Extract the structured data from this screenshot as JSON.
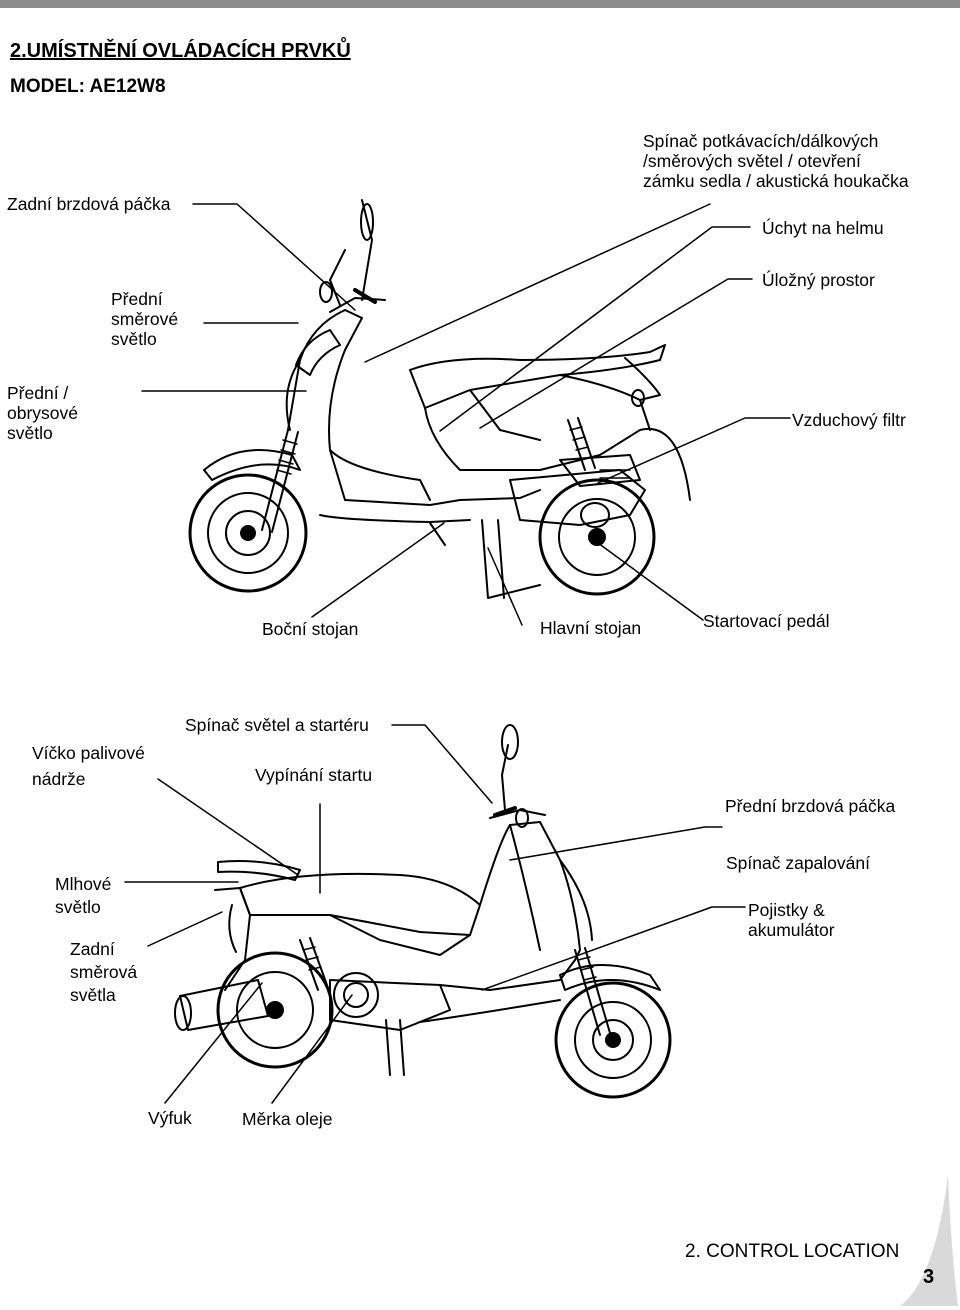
{
  "header": {
    "title": "2.UMÍSTNĚNÍ OVLÁDACÍCH PRVKŮ",
    "model": "MODEL: AE12W8"
  },
  "diagram_top": {
    "labels": {
      "rear_brake_lever": "Zadní brzdová páčka",
      "switch_cluster": "Spínač potkávacích/dálkových\n/směrových světel / otevření\nzámku sedla / akustická houkačka",
      "helmet_hook": "Úchyt na helmu",
      "storage": "Úložný prostor",
      "front_turn_light": "Přední\nsměrové\nsvětlo",
      "front_position_light": "Přední /\nobrysové\nsvětlo",
      "air_filter": "Vzduchový filtr",
      "side_stand": "Boční stojan",
      "main_stand": "Hlavní stojan",
      "kick_pedal": "Startovací pedál"
    }
  },
  "diagram_bottom": {
    "labels": {
      "fuel_cap": "Víčko palivové\nnádrže",
      "light_starter_switch": "Spínač světel a startéru",
      "engine_stop": "Vypínání startu",
      "front_brake_lever": "Přední brzdová páčka",
      "fog_light": "Mlhové\nsvětlo",
      "rear_turn_lights": "Zadní\nsměrová\nsvětla",
      "ignition_switch": "Spínač zapalování",
      "fuses_battery": "Pojistky &\nakumulátor",
      "exhaust": "Výfuk",
      "oil_dipstick": "Měrka oleje"
    }
  },
  "footer": {
    "section": "2. CONTROL LOCATION",
    "page": "3"
  }
}
